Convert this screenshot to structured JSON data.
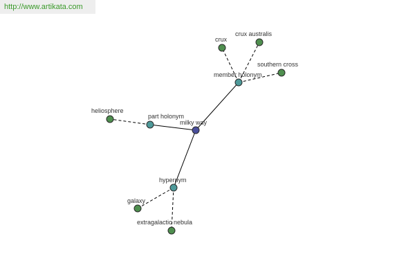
{
  "source_url": "http://www.artikata.com",
  "colors": {
    "root": "#4a4f9c",
    "relation": "#4e9a9a",
    "term": "#4f8f4f",
    "url": "#3a9a2a"
  },
  "nodes": {
    "milky_way": {
      "label": "milky way",
      "kind": "root"
    },
    "member_holonym": {
      "label": "member holonym",
      "kind": "relation"
    },
    "part_holonym": {
      "label": "part holonym",
      "kind": "relation"
    },
    "hypernym": {
      "label": "hypernym",
      "kind": "relation"
    },
    "crux": {
      "label": "crux",
      "kind": "term"
    },
    "crux_australis": {
      "label": "crux australis",
      "kind": "term"
    },
    "southern_cross": {
      "label": "southern cross",
      "kind": "term"
    },
    "heliosphere": {
      "label": "heliosphere",
      "kind": "term"
    },
    "galaxy": {
      "label": "galaxy",
      "kind": "term"
    },
    "extragalactic_nebula": {
      "label": "extragalactic nebula",
      "kind": "term"
    }
  },
  "edges": [
    {
      "from": "milky_way",
      "to": "member_holonym",
      "style": "solid"
    },
    {
      "from": "milky_way",
      "to": "part_holonym",
      "style": "solid"
    },
    {
      "from": "milky_way",
      "to": "hypernym",
      "style": "solid"
    },
    {
      "from": "member_holonym",
      "to": "crux",
      "style": "dashed"
    },
    {
      "from": "member_holonym",
      "to": "crux_australis",
      "style": "dashed"
    },
    {
      "from": "member_holonym",
      "to": "southern_cross",
      "style": "dashed"
    },
    {
      "from": "part_holonym",
      "to": "heliosphere",
      "style": "dashed"
    },
    {
      "from": "hypernym",
      "to": "galaxy",
      "style": "dashed"
    },
    {
      "from": "hypernym",
      "to": "extragalactic_nebula",
      "style": "dashed"
    }
  ]
}
